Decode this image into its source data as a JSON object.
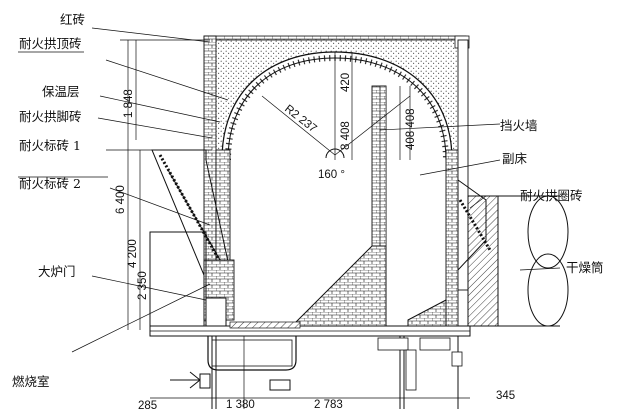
{
  "labels": {
    "red_brick": "红砖",
    "arch_top_brick": "耐火拱顶砖",
    "insulation": "保温层",
    "arch_foot_brick": "耐火拱脚砖",
    "std_brick_1": "耐火标砖 1",
    "std_brick_2": "耐火标砖 2",
    "furnace_door": "大炉门",
    "combustion_chamber": "燃烧室",
    "fire_wall": "挡火墙",
    "secondary_bed": "副床",
    "arch_ring_brick": "耐火拱圈砖",
    "drying_drum": "干燥筒"
  },
  "dimensions": {
    "d_1848": "1 848",
    "d_6400": "6 400",
    "d_4200": "4 200",
    "d_2350": "2 350",
    "d_420": "420",
    "d_8408a": "8 408",
    "d_8408b": "408 408",
    "radius": "R2 237",
    "angle": "160 °",
    "d_285": "285",
    "d_1380": "1 380",
    "d_2783": "2 783",
    "d_345": "345"
  },
  "colors": {
    "line": "#111111",
    "brick_fill": "#ffffff",
    "insulation_dots": "#555555"
  }
}
